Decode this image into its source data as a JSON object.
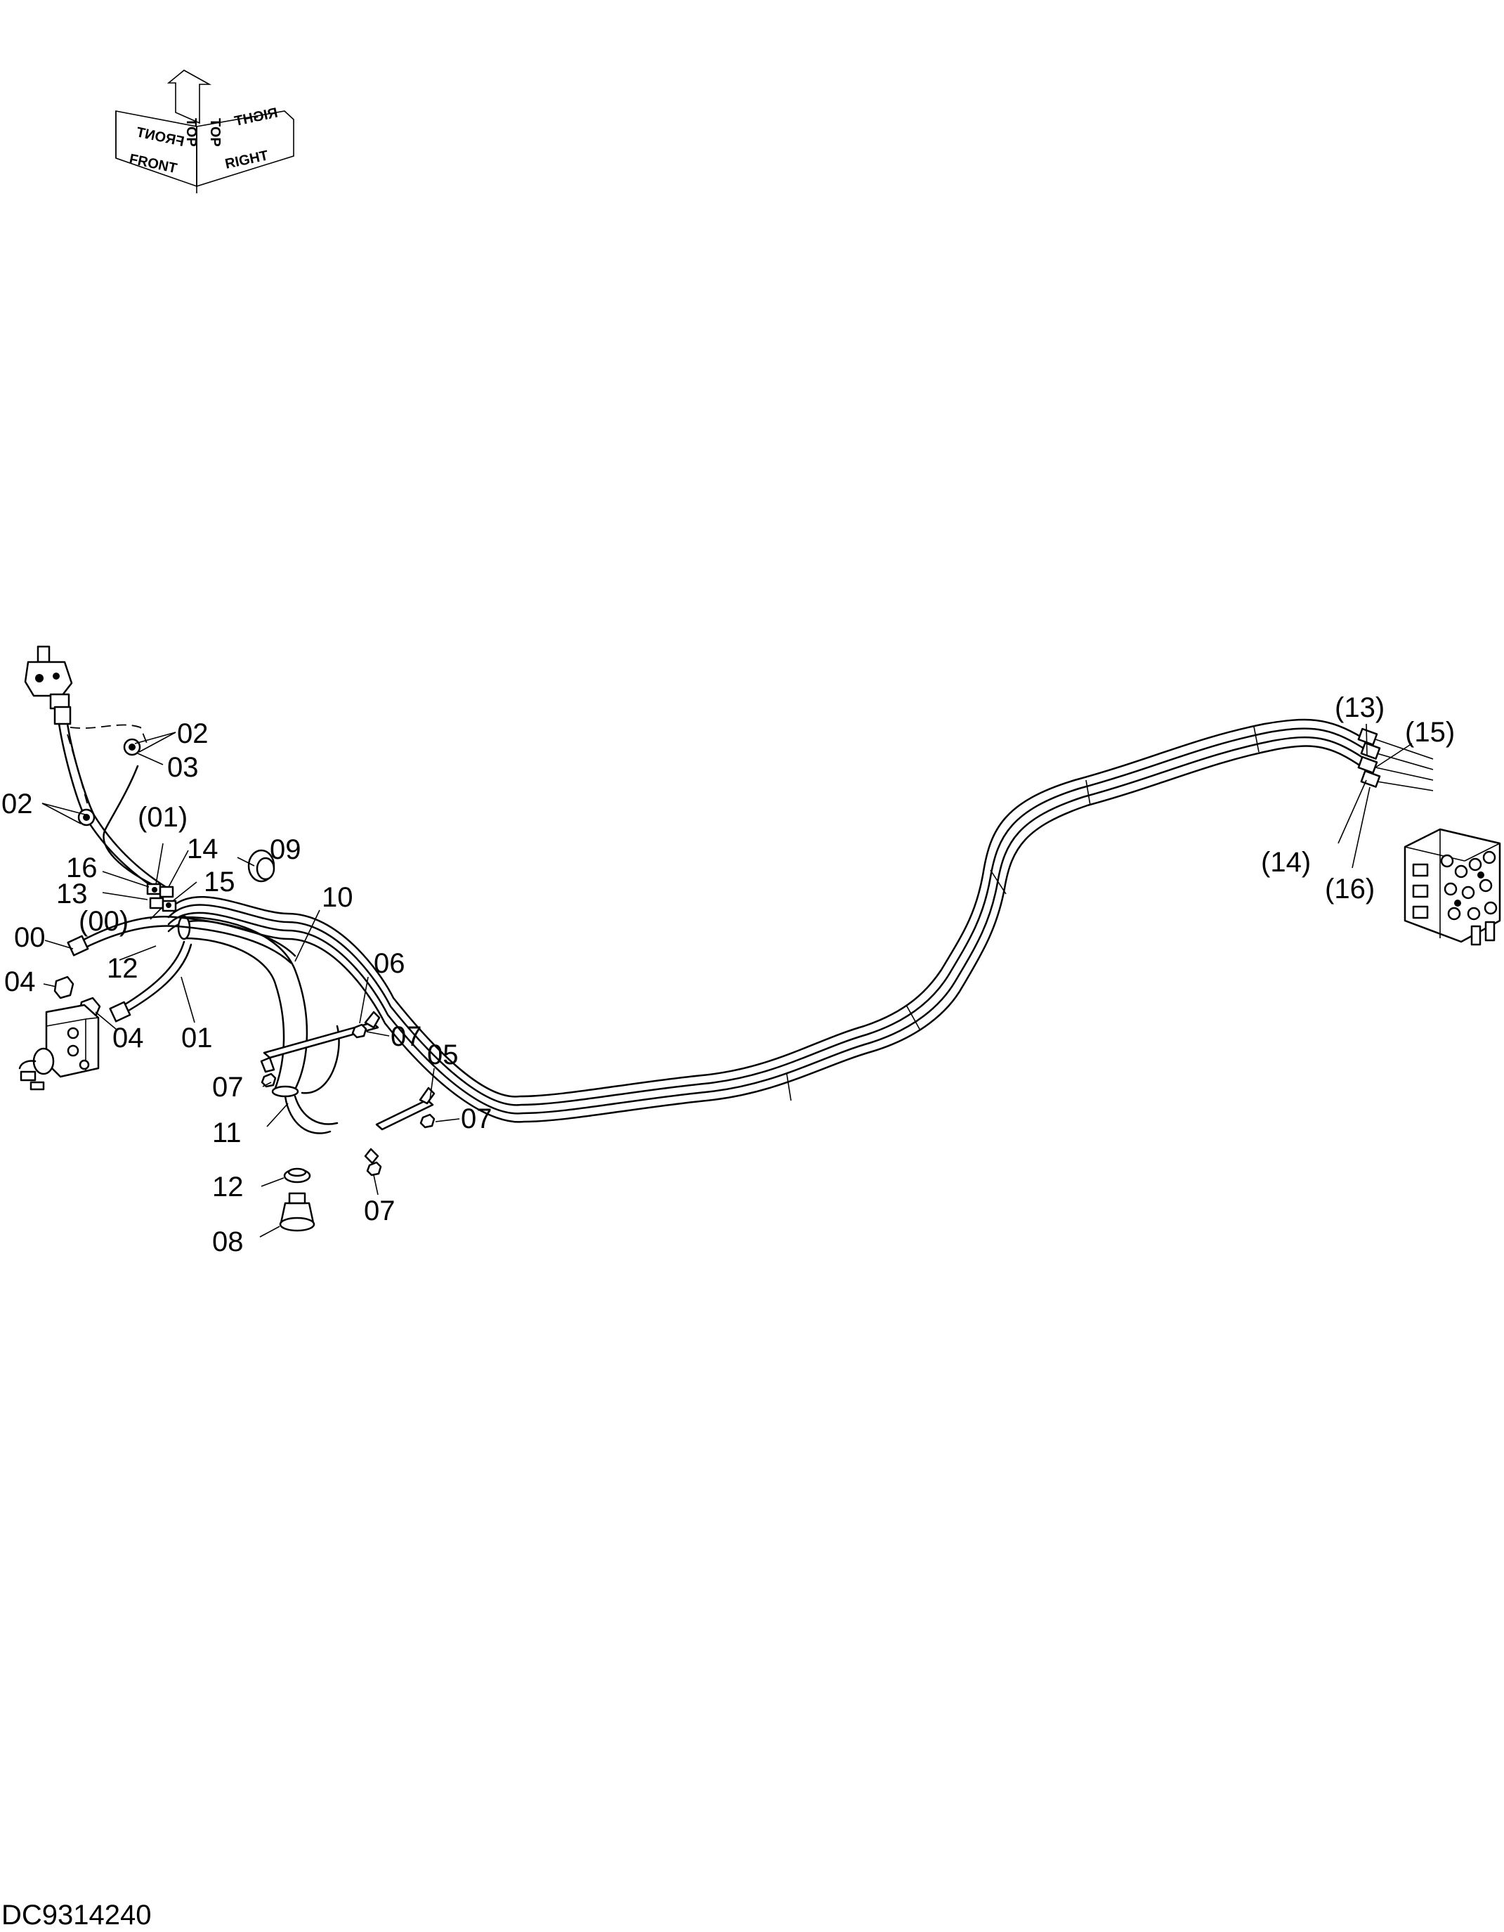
{
  "compass": {
    "front": "FRONT",
    "top": "TOP",
    "right": "RIGHT",
    "front_mirror": "FRONT",
    "top_mirror": "TOP",
    "right_mirror": "RIGHT"
  },
  "callouts": {
    "c02a": "02",
    "c03": "03",
    "c02b": "02",
    "c01p": "(01)",
    "c14": "14",
    "c09": "09",
    "c16": "16",
    "c13": "13",
    "c15": "15",
    "c00p": "(00)",
    "c10": "10",
    "c00": "00",
    "c12a": "12",
    "c04a": "04",
    "c04b": "04",
    "c01": "01",
    "c06": "06",
    "c07a": "07",
    "c05": "05",
    "c07b": "07",
    "c07c": "07",
    "c11": "11",
    "c12b": "12",
    "c08": "08",
    "c07d": "07",
    "c13p": "(13)",
    "c15p": "(15)",
    "c14p": "(14)",
    "c16p": "(16)"
  },
  "drawing_id": "DC9314240"
}
